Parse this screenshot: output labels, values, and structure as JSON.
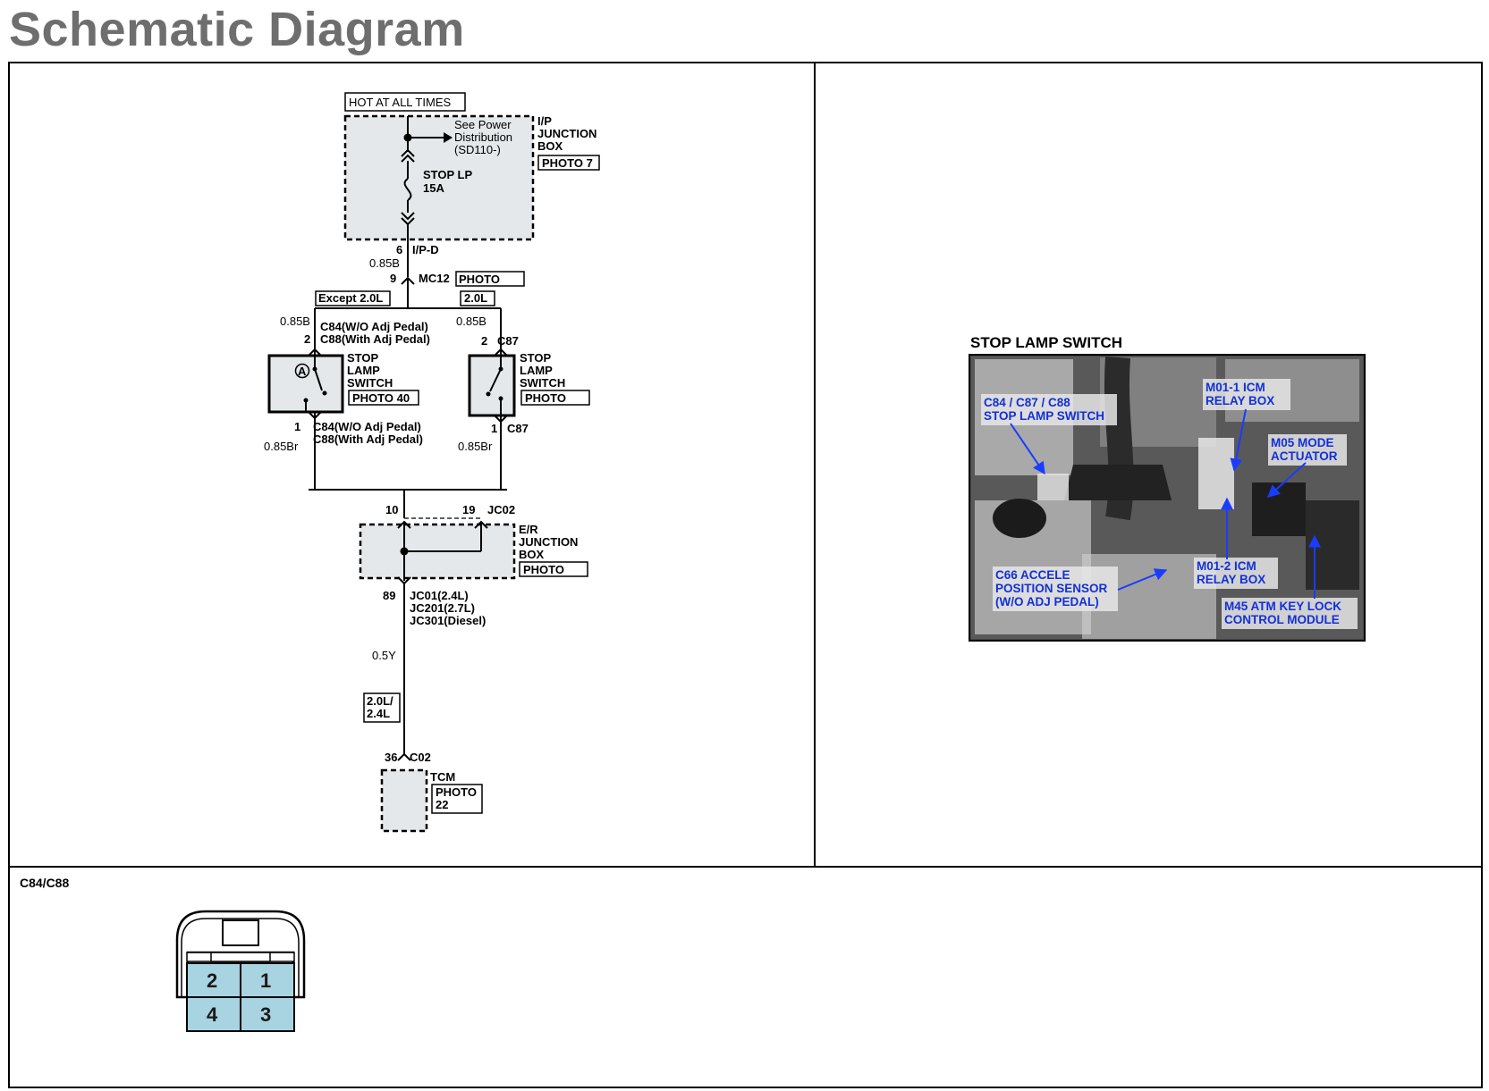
{
  "title": "Schematic Diagram",
  "schematic": {
    "hot_label": "HOT AT ALL TIMES",
    "power_dist": [
      "See Power",
      "Distribution",
      "(SD110-)"
    ],
    "ip_junction_box": [
      "I/P",
      "JUNCTION",
      "BOX"
    ],
    "photo_7": "PHOTO 7",
    "fuse": [
      "STOP LP",
      "15A"
    ],
    "pin_6": "6",
    "ipd": "I/P-D",
    "wire_085b": "0.85B",
    "pin_9": "9",
    "mc12": "MC12",
    "photo": "PHOTO",
    "except_20l": "Except 2.0L",
    "l20": "2.0L",
    "wire_085b_left": "0.85B",
    "pin_2_left": "2",
    "c84_wo": "C84(W/O Adj Pedal)",
    "c88_with": "C88(With Adj Pedal)",
    "wire_085b_right": "0.85B",
    "pin_2_right": "2",
    "c87_top": "C87",
    "switch_label": [
      "STOP",
      "LAMP",
      "SWITCH"
    ],
    "photo_40": "PHOTO 40",
    "circle_a": "A",
    "pin_1_left": "1",
    "c84_wo_b": "C84(W/O Adj Pedal)",
    "c88_with_b": "C88(With Adj Pedal)",
    "wire_085br_left": "0.85Br",
    "pin_1_right": "1",
    "c87_bottom": "C87",
    "wire_085br_right": "0.85Br",
    "pin_10": "10",
    "pin_19": "19",
    "jc02": "JC02",
    "er_junction_box": [
      "E/R",
      "JUNCTION",
      "BOX"
    ],
    "pin_89": "89",
    "jc_lines": [
      "JC01(2.4L)",
      "JC201(2.7L)",
      "JC301(Diesel)"
    ],
    "wire_05y": "0.5Y",
    "l20_24": [
      "2.0L/",
      "2.4L"
    ],
    "pin_36": "36",
    "c02": "C02",
    "tcm": "TCM",
    "photo_22": [
      "PHOTO",
      "22"
    ]
  },
  "photo_panel": {
    "title": "STOP LAMP SWITCH",
    "callouts": {
      "c84_c87_c88": [
        "C84 / C87 / C88",
        "STOP LAMP SWITCH"
      ],
      "m01_1": [
        "M01-1 ICM",
        "RELAY BOX"
      ],
      "m05": [
        "M05 MODE",
        "ACTUATOR"
      ],
      "c66": [
        "C66 ACCELE",
        "POSITION SENSOR",
        "(W/O ADJ PEDAL)"
      ],
      "m01_2": [
        "M01-2 ICM",
        "RELAY BOX"
      ],
      "m45": [
        "M45 ATM KEY LOCK",
        "CONTROL MODULE"
      ]
    }
  },
  "connector": {
    "label": "C84/C88",
    "pins": [
      "2",
      "1",
      "4",
      "3"
    ],
    "pin_color": "#a8d3e0"
  }
}
